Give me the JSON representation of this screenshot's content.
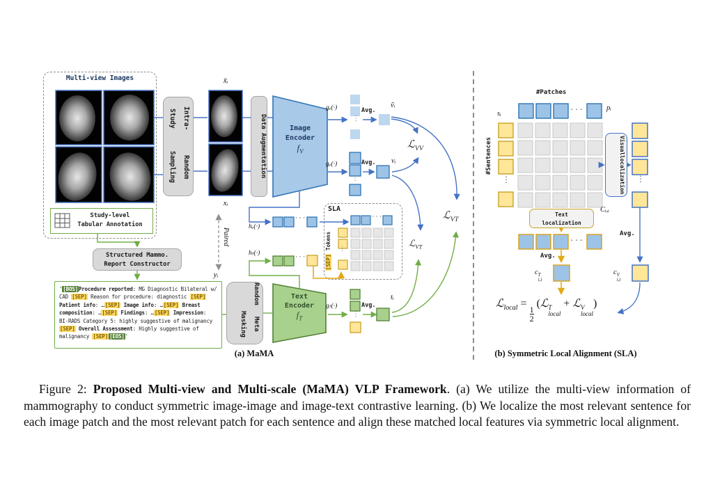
{
  "panel_a": {
    "caption": "(a) MaMA",
    "multiview_title": "Multi-view Images",
    "study_box": {
      "line1": "Study-level",
      "line2": "Tabular Annotation"
    },
    "intra_study": {
      "line1": "Intra-Study",
      "line2": "Random Sampling"
    },
    "data_aug": "Data Augmentation",
    "image_encoder": {
      "line1": "Image",
      "line2": "Encoder",
      "f": "f",
      "sub": "V"
    },
    "text_encoder": {
      "line1": "Text",
      "line2": "Encoder",
      "f": "f",
      "sub": "T"
    },
    "random_masking": {
      "line1": "Random",
      "line2": "Meta Masking"
    },
    "constructor": {
      "line1": "Structured Mammo.",
      "line2": "Report Constructor"
    },
    "sla_label": "SLA",
    "sep_tokens": {
      "sep": "[SEP]",
      "rest": " Tokens"
    },
    "paired": "Paired",
    "avg": "Avg.",
    "dots_v": "⋮",
    "dots_h": "···",
    "math": {
      "x_tilde": "x̃ᵢ",
      "x": "xᵢ",
      "y": "yᵢ",
      "v_tilde": "ṽᵢ",
      "v": "vᵢ",
      "t": "tᵢ",
      "g_v": "gᵥ(·)",
      "h_v": "hᵥ(·)",
      "h_t": "hₜ(·)",
      "g_t": "gₜ(·)"
    },
    "losses": {
      "L": "ℒ",
      "vv": "VV",
      "vt": "VT"
    },
    "report": {
      "segments": [
        "'",
        "[BOS]",
        "Procedure reported",
        ": MG Diagnostic Bilateral w/ CAD ",
        "[SEP]",
        " Reason for procedure: diagnostic ",
        "[SEP]",
        " ",
        "Patient info",
        ": …",
        "[SEP]",
        " ",
        "Image info",
        ": …",
        "[SEP]",
        " ",
        "Breast composition",
        ": …",
        "[SEP]",
        " ",
        "Findings",
        ": …",
        "[SEP]",
        " ",
        "Impression",
        ": BI-RADS Category 5: highly suggestive of malignancy ",
        "[SEP]",
        " ",
        "Overall Assessment",
        ": Highly suggestive of malignancy ",
        "[SEP]",
        "[EOS]",
        "'"
      ]
    }
  },
  "panel_b": {
    "caption": "(b) Symmetric Local Alignment (SLA)",
    "patches_label": "#Patches",
    "sentences_label": "#Sentences",
    "visual_loc": {
      "line1": "Visual",
      "line2": "localization"
    },
    "text_loc": {
      "line1": "Text",
      "line2": "localization"
    },
    "avg": "Avg.",
    "dots_v": "⋮",
    "dots_h": "···",
    "math": {
      "s": "sᵢ",
      "p": "pᵢ",
      "C": "Cᵢ,ᵢ",
      "c": "c",
      "sub_ii": "i,i",
      "sup_T": "T",
      "sup_V": "V"
    },
    "formula": {
      "L": "ℒ",
      "sub_local": "local",
      "eq": "=",
      "num": "1",
      "den": "2",
      "open": "(",
      "plus": "+",
      "close": ")",
      "T": "T",
      "V": "V"
    }
  },
  "figure_caption": {
    "prefix": "Figure 2: ",
    "bold": "Proposed Multi-view and Multi-scale (MaMA) VLP Framework",
    "rest": ".  (a) We utilize the multi-view information of mammography to conduct symmetric image-image and image-text contrastive learning. (b) We localize the most relevant sentence for each image patch and the most relevant patch for each sentence and align these matched local features via symmetric local alignment."
  },
  "colors": {
    "blue_line": "#4472C4",
    "blue_fill": "#9DC3E6",
    "blue_border": "#2E74B5",
    "light_blue": "#BDD7EE",
    "green_line": "#70AD47",
    "green_fill": "#A9D18E",
    "yellow_fill": "#FFE699",
    "yellow_border": "#C9A227",
    "gray_box": "#D9D9D9",
    "grid_cell": "#E7E6E6",
    "sep_bg": "#FFD966",
    "bos_bg": "#538135"
  }
}
